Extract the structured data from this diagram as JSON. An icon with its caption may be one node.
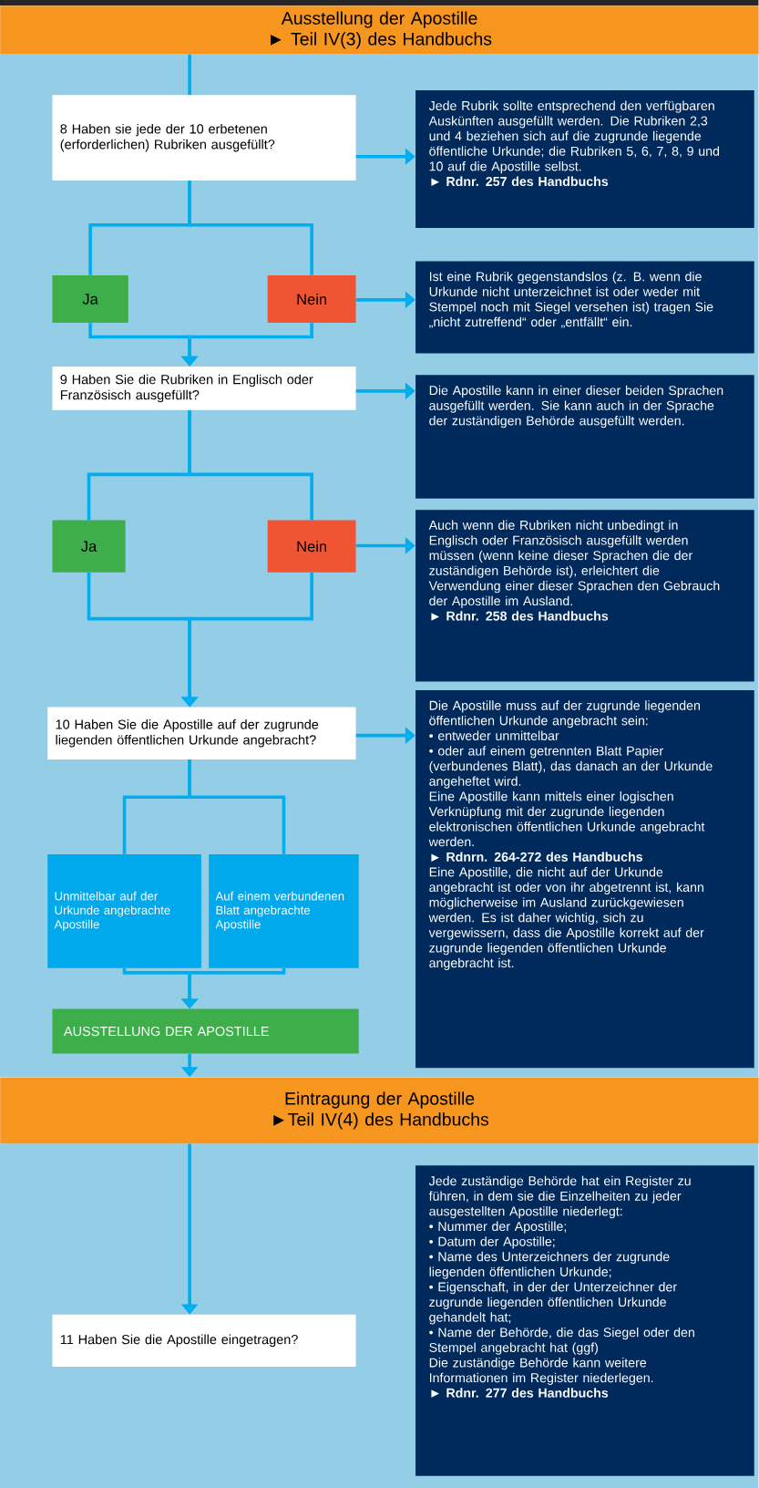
{
  "diagram": {
    "nodes": [
      {
        "text": [
          "Ausstellung der Apostille",
          "► Teil IV(3) des Handbuchs"
        ]
      },
      {
        "text": [
          "8 Haben sie jede der 10 erbetenen (erforderlichen) Rubriken ausgefüllt?"
        ]
      },
      {
        "text": [
          "Jede Rubrik sollte entsprechend den verfügbaren Auskünften ausgefüllt werden. Die Rubriken 2,3 und 4 beziehen sich auf die zugrunde liegende öffentliche Urkunde; die Rubriken 5, 6, 7, 8, 9 und 10 auf die Apostille selbst.",
          "► Rdnr. 257 des Handbuchs"
        ]
      },
      {
        "text": [
          "Ja"
        ]
      },
      {
        "text": [
          "Nein"
        ]
      },
      {
        "text": [
          "Ist eine Rubrik gegenstandslos (z. B. wenn die Urkunde nicht unterzeichnet ist oder weder mit Stempel noch mit Siegel versehen ist) tragen Sie „nicht zutreffend“ oder „entfällt“ ein."
        ]
      },
      {
        "text": [
          "9 Haben Sie die Rubriken in Englisch oder Französisch ausgefüllt?"
        ]
      },
      {
        "text": [
          "Die Apostille kann in einer dieser beiden Sprachen ausgefüllt werden. Sie kann auch in der Sprache der zuständigen Behörde ausgefüllt werden."
        ]
      },
      {
        "text": [
          "Ja"
        ]
      },
      {
        "text": [
          "Nein"
        ]
      },
      {
        "text": [
          "Auch wenn die Rubriken nicht unbedingt in Englisch oder Französisch ausgefüllt werden müssen (wenn keine dieser Sprachen die der zuständigen Behörde ist), erleichtert die Verwendung einer dieser Sprachen den Gebrauch der Apostille im Ausland.",
          "► Rdnr. 258 des Handbuchs"
        ]
      },
      {
        "text": [
          "10 Haben Sie die Apostille auf der zugrunde liegenden öffentlichen Urkunde angebracht?"
        ]
      },
      {
        "text": [
          "Die Apostille muss auf der zugrunde liegenden öffentlichen Urkunde angebracht sein:",
          "• entweder unmittelbar",
          "• oder auf einem getrennten Blatt Papier (verbundenes Blatt), das danach an der Urkunde angeheftet wird.",
          "Eine Apostille kann mittels einer logischen Verknüpfung mit der zugrunde liegenden elektronischen öffentlichen Urkunde angebracht werden.",
          "► Rdnrn. 264-272 des Handbuchs",
          "Eine Apostille, die nicht auf der Urkunde angebracht ist oder von ihr abgetrennt ist, kann möglicherweise im Ausland zurückgewiesen werden. Es ist daher wichtig, sich zu vergewissern, dass die Apostille korrekt auf der zugrunde liegenden öffentlichen Urkunde angebracht ist."
        ]
      },
      {
        "text": [
          "Unmittelbar auf der Urkunde angebrachte Apostille"
        ]
      },
      {
        "text": [
          "Auf einem verbundenen Blatt angebrachte Apostille"
        ]
      },
      {
        "text": [
          "AUSSTELLUNG DER APOSTILLE"
        ]
      },
      {
        "text": [
          "Eintragung der Apostille",
          "►Teil IV(4) des Handbuchs"
        ]
      },
      {
        "text": [
          "11 Haben Sie die Apostille eingetragen?"
        ]
      },
      {
        "text": [
          "Jede zuständige Behörde hat ein Register zu führen, in dem sie die Einzelheiten zu jeder ausgestellten Apostille niederlegt:",
          "• Nummer der Apostille;",
          "• Datum der Apostille;",
          "• Name des Unterzeichners der zugrunde liegenden öffentlichen Urkunde;",
          "• Eigenschaft, in der der Unterzeichner der zugrunde liegenden öffentlichen Urkunde gehandelt hat;",
          "• Name der Behörde, die das Siegel oder den Stempel angebracht hat (ggf)",
          "Die zuständige Behörde kann weitere Informationen im Register niederlegen.",
          "► Rdnr. 277 des Handbuchs"
        ]
      }
    ],
    "edges": [
      {
        "from": 0,
        "to": 1,
        "arrow": "none"
      },
      {
        "from": 1,
        "to": 2,
        "arrow": "to"
      },
      {
        "from": 1,
        "to": 3,
        "arrow": "none"
      },
      {
        "from": 1,
        "to": 4,
        "arrow": "none"
      },
      {
        "from": 4,
        "to": 5,
        "arrow": "to"
      },
      {
        "from": 3,
        "to": 6,
        "arrow": "to"
      },
      {
        "from": 4,
        "to": 6,
        "arrow": "to"
      },
      {
        "from": 6,
        "to": 7,
        "arrow": "to"
      },
      {
        "from": 6,
        "to": 8,
        "arrow": "none"
      },
      {
        "from": 6,
        "to": 9,
        "arrow": "none"
      },
      {
        "from": 9,
        "to": 10,
        "arrow": "to"
      },
      {
        "from": 8,
        "to": 11,
        "arrow": "to"
      },
      {
        "from": 9,
        "to": 11,
        "arrow": "to"
      },
      {
        "from": 11,
        "to": 12,
        "arrow": "to"
      },
      {
        "from": 11,
        "to": 13,
        "arrow": "none"
      },
      {
        "from": 11,
        "to": 14,
        "arrow": "none"
      },
      {
        "from": 13,
        "to": 15,
        "arrow": "to"
      },
      {
        "from": 14,
        "to": 15,
        "arrow": "to"
      },
      {
        "from": 15,
        "to": 16,
        "arrow": "to"
      },
      {
        "from": 16,
        "to": 17,
        "arrow": "to"
      }
    ]
  }
}
